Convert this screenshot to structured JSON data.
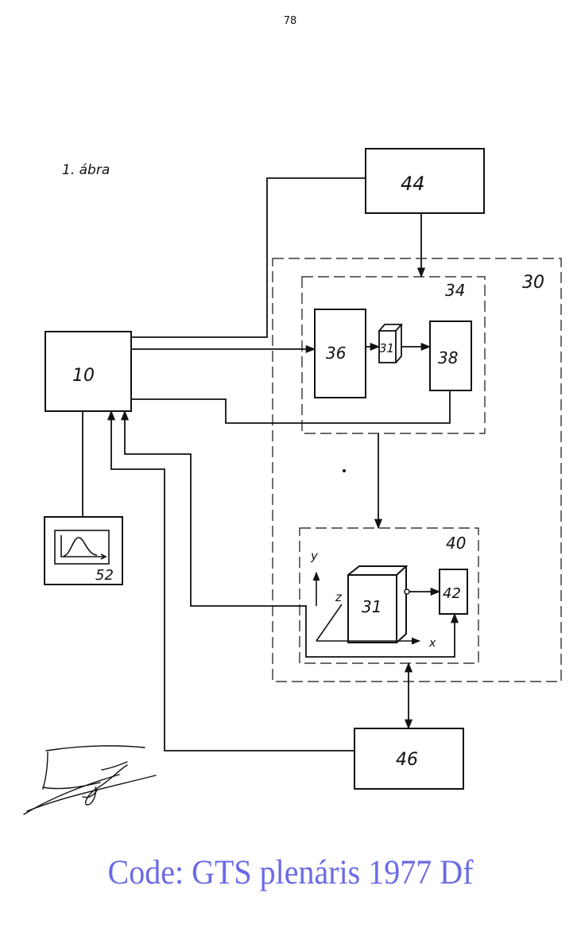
{
  "page": {
    "number": "78",
    "footer": "Code: GTS plenáris 1977 Df"
  },
  "figure": {
    "caption": "1. ábra",
    "blocks": {
      "b10": "10",
      "b44": "44",
      "b30": "30",
      "b34": "34",
      "b36": "36",
      "b31a": "31",
      "b38": "38",
      "b40": "40",
      "b31b": "31",
      "b42": "42",
      "b46": "46",
      "b52": "52"
    },
    "axes": {
      "x": "x",
      "y": "y",
      "z": "z"
    }
  }
}
